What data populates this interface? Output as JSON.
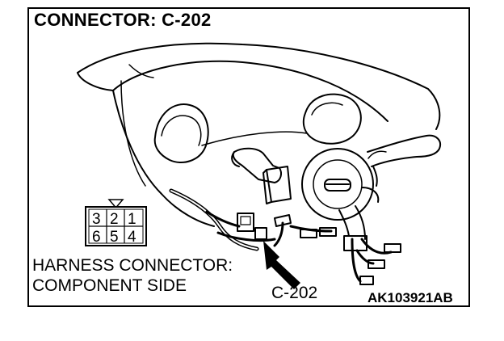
{
  "title": "CONNECTOR: C-202",
  "connector_face": {
    "top_row": [
      "3",
      "2",
      "1"
    ],
    "bottom_row": [
      "6",
      "5",
      "4"
    ]
  },
  "harness_label_line1": "HARNESS CONNECTOR:",
  "harness_label_line2": "COMPONENT SIDE",
  "callout_label": "C-202",
  "figure_code": "AK103921AB"
}
